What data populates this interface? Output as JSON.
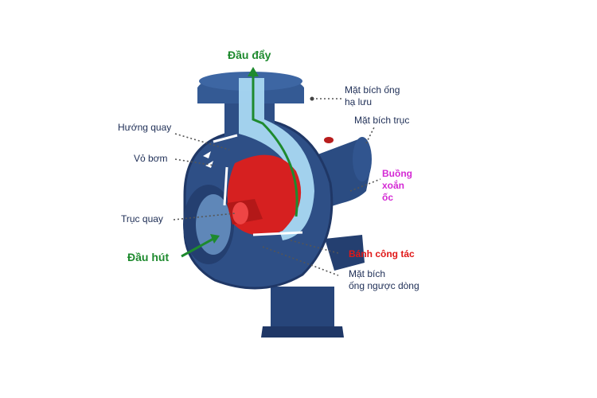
{
  "colors": {
    "body_blue": "#2e4f86",
    "body_dark": "#1f3766",
    "flow_green": "#1e8a2e",
    "impeller_red": "#d62020",
    "volute_magenta": "#d42ad4",
    "label_red": "#e01818",
    "label_navy": "#1d2d55",
    "water_light": "#a9d8f2"
  },
  "labels": {
    "discharge": "Đầu đẩy",
    "discharge_flange": [
      "Mặt bích ống",
      "hạ lưu"
    ],
    "shaft_flange": "Mặt bích trục",
    "rotation_direction": "Hướng quay",
    "pump_casing": "Vỏ bơm",
    "volute": [
      "Buồng",
      "xoắn",
      "ốc"
    ],
    "shaft": "Trục quay",
    "suction": "Đầu hút",
    "impeller": "Bánh công tác",
    "suction_flange": [
      "Mặt bích",
      "ống ngược dòng"
    ]
  },
  "icons": {
    "flow_arrow": "arrow-up-icon",
    "suction_arrow": "arrow-right-icon",
    "rotation_arrows": "double-chevron-icon"
  }
}
